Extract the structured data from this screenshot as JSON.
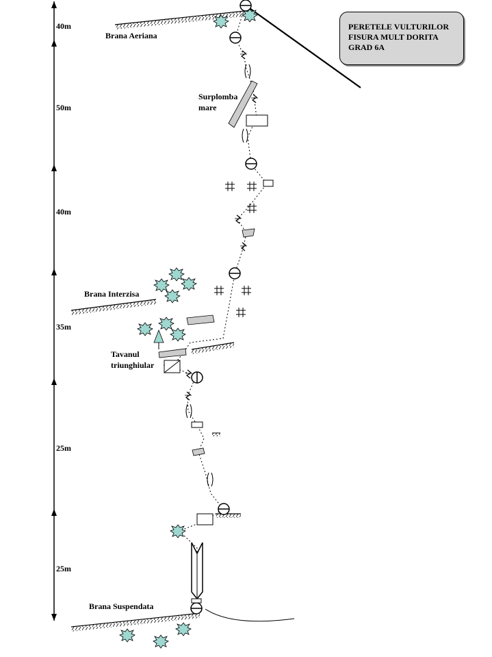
{
  "title_box": {
    "line1": "PERETELE VULTURILOR",
    "line2": "FISURA MULT DORITA",
    "line3": "GRAD 6A"
  },
  "scale": {
    "segments": [
      "40m",
      "50m",
      "40m",
      "35m",
      "25m",
      "25m"
    ]
  },
  "labels": {
    "brana_aeriana": "Brana Aeriana",
    "surplomba_1": "Surplomba",
    "surplomba_2": "mare",
    "brana_interzisa": "Brana Interzisa",
    "tavanul_1": "Tavanul",
    "tavanul_2": "triunghiular",
    "brana_suspendata": "Brana Suspendata"
  },
  "colors": {
    "bush_fill": "#9fd8d0",
    "box_fill": "#d6d6d6",
    "overhang_fill": "#cccccc"
  }
}
